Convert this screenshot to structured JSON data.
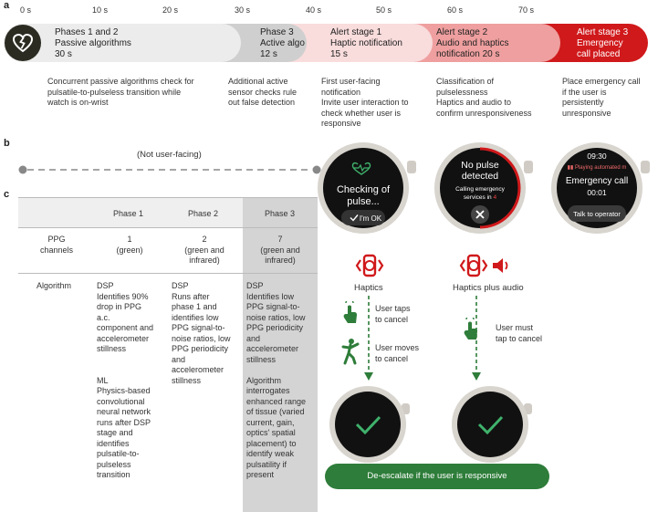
{
  "panels": {
    "a": "a",
    "b": "b",
    "c": "c"
  },
  "timeline": {
    "ticks": [
      "0 s",
      "10 s",
      "20 s",
      "30 s",
      "40 s",
      "50 s",
      "60 s",
      "70 s"
    ],
    "segments": [
      {
        "line1": "Phases 1 and 2",
        "line2": "Passive algorithms",
        "line3": "30 s",
        "color": "#ececec",
        "text_color": "#222222"
      },
      {
        "line1": "Phase 3",
        "line2": "Active algo",
        "line3": "12 s",
        "color": "#cfcfcf",
        "text_color": "#222222"
      },
      {
        "line1": "Alert stage 1",
        "line2": "Haptic notification",
        "line3": "15 s",
        "color": "#f9dcdc",
        "text_color": "#222222"
      },
      {
        "line1": "Alert stage 2",
        "line2": "Audio and haptics",
        "line3": "notification 20 s",
        "color": "#ef9f9f",
        "text_color": "#222222"
      },
      {
        "line1": "Alert stage 3",
        "line2": "Emergency",
        "line3": "call placed",
        "color": "#d0191b",
        "text_color": "#ffffff"
      }
    ],
    "descriptions": [
      [
        "Concurrent passive algorithms check for",
        "pulsatile-to-pulseless transition while",
        "watch is on-wrist"
      ],
      [
        "Additional active",
        "sensor checks rule",
        "out false detection"
      ],
      [
        "First user-facing",
        "notification",
        "Invite user interaction to",
        "check whether user is",
        "responsive"
      ],
      [
        "Classification of",
        "pulselessness",
        "Haptics and audio to",
        "confirm unresponsiveness"
      ],
      [
        "Place emergency call",
        "if the user is",
        "persistently",
        "unresponsive"
      ]
    ],
    "icon": "heart-broken-icon"
  },
  "b": {
    "not_user_facing": "(Not user-facing)"
  },
  "watches": {
    "w1": {
      "line1": "Checking of",
      "line2": "pulse...",
      "button": "I'm OK",
      "icon": "heart-pulse-icon"
    },
    "w2": {
      "line1": "No pulse",
      "line2": "detected",
      "sub1": "Calling emergency",
      "sub2": "services in ",
      "count": "4",
      "icon": "close-icon"
    },
    "w3": {
      "time": "09:30",
      "status": "Playing automated m",
      "title": "Emergency call",
      "timer": "00:01",
      "button": "Talk to operator"
    }
  },
  "table": {
    "headers": [
      "Phase 1",
      "Phase 2",
      "Phase 3"
    ],
    "rows": [
      {
        "label": "PPG channels",
        "label_lines": [
          "PPG",
          "channels"
        ],
        "cells": [
          [
            "1",
            "(green)"
          ],
          [
            "2",
            "(green and",
            "infrared)"
          ],
          [
            "7",
            "(green and",
            "infrared)"
          ]
        ]
      },
      {
        "label": "Algorithm",
        "label_lines": [
          "Algorithm"
        ],
        "cells": [
          [
            "DSP",
            "Identifies 90%",
            "drop in PPG",
            "a.c.",
            "component and",
            "accelerometer",
            "stillness",
            "",
            "",
            "ML",
            "Physics-based",
            "convolutional",
            "neural network",
            "runs after DSP",
            "stage and",
            "identifies",
            "pulsatile-to-",
            "pulseless",
            "transition"
          ],
          [
            "DSP",
            "Runs after",
            "phase 1 and",
            "identifies low",
            "PPG signal-to-",
            "noise ratios, low",
            "PPG periodicity",
            "and",
            "accelerometer",
            "stillness"
          ],
          [
            "DSP",
            "Identifies low",
            "PPG signal-to-",
            "noise ratios, low",
            "PPG periodicity",
            "and",
            "accelerometer",
            "stillness",
            "",
            "Algorithm",
            "interrogates",
            "enhanced range",
            "of tissue (varied",
            "current, gain,",
            "optics' spatial",
            "placement) to",
            "identify weak",
            "pulsatility if",
            "present"
          ]
        ]
      }
    ]
  },
  "actions": {
    "haptics": "Haptics",
    "haptics_audio": "Haptics plus audio",
    "taps": [
      "User taps",
      "to cancel"
    ],
    "moves": [
      "User moves",
      "to cancel"
    ],
    "must_tap": [
      "User must",
      "tap to cancel"
    ],
    "deescalate": "De-escalate if the user is responsive"
  },
  "colors": {
    "red": "#d0191b",
    "green": "#2e7d3a",
    "watch_face": "#1a1a1a"
  }
}
